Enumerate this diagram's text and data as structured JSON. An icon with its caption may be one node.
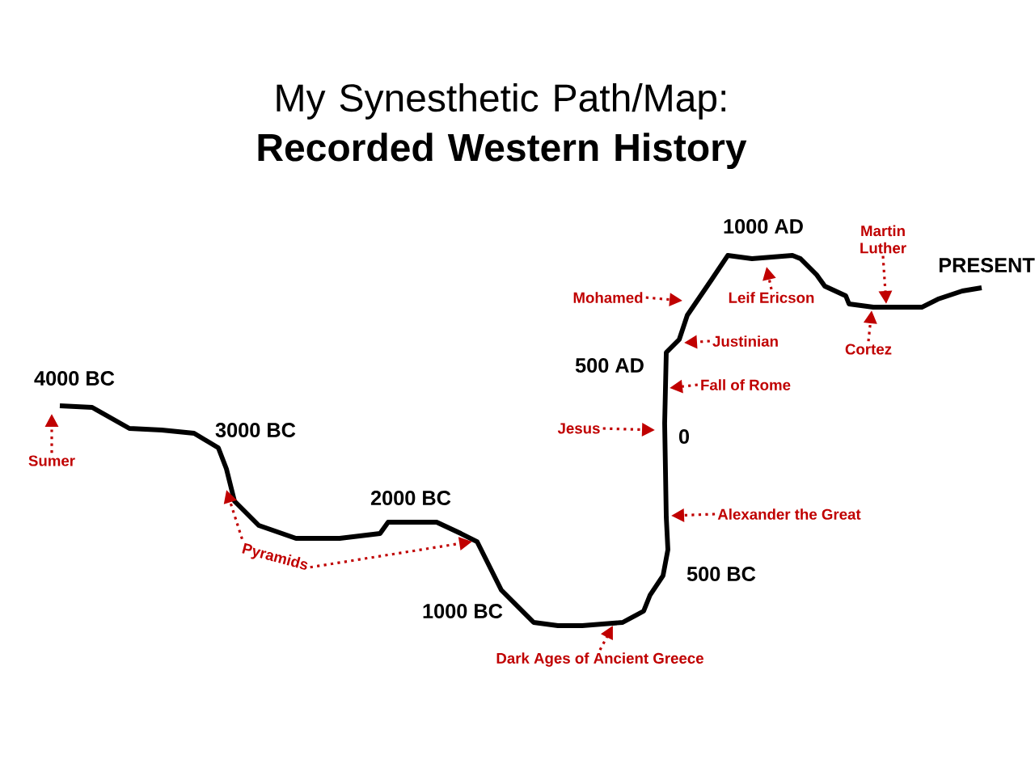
{
  "diagram": {
    "title": "My Synesthetic Path/Map: **Recorded Western History**",
    "nodes": [
      {
        "text": [
          "Sumer"
        ]
      },
      {
        "text": [
          "Pyramids"
        ]
      },
      {
        "text": [
          "Dark Ages of Ancient Greece"
        ]
      },
      {
        "text": [
          "Jesus"
        ]
      },
      {
        "text": [
          "Alexander the Great"
        ]
      },
      {
        "text": [
          "Fall of Rome"
        ]
      },
      {
        "text": [
          "Justinian"
        ]
      },
      {
        "text": [
          "Mohamed"
        ]
      },
      {
        "text": [
          "Leif Ericson"
        ]
      },
      {
        "text": [
          "Martin Luther"
        ]
      },
      {
        "text": [
          "Cortez"
        ]
      }
    ],
    "edges": [
      {
        "from": 0,
        "to": null,
        "arrow": "to"
      },
      {
        "from": 1,
        "to": null,
        "arrow": "to"
      },
      {
        "from": 1,
        "to": null,
        "arrow": "to"
      },
      {
        "from": 2,
        "to": null,
        "arrow": "to"
      },
      {
        "from": 3,
        "to": null,
        "arrow": "to"
      },
      {
        "from": 4,
        "to": null,
        "arrow": "to"
      },
      {
        "from": 5,
        "to": null,
        "arrow": "to"
      },
      {
        "from": 6,
        "to": null,
        "arrow": "to"
      },
      {
        "from": 7,
        "to": null,
        "arrow": "to"
      },
      {
        "from": 8,
        "to": null,
        "arrow": "to"
      },
      {
        "from": 9,
        "to": null,
        "arrow": "to"
      },
      {
        "from": 10,
        "to": null,
        "arrow": "to"
      }
    ],
    "labels": [
      "1000 AD",
      "PRESENT",
      "4000 BC",
      "500 AD",
      "3000 BC",
      "0",
      "2000 BC",
      "500 BC",
      "1000 BC"
    ]
  }
}
